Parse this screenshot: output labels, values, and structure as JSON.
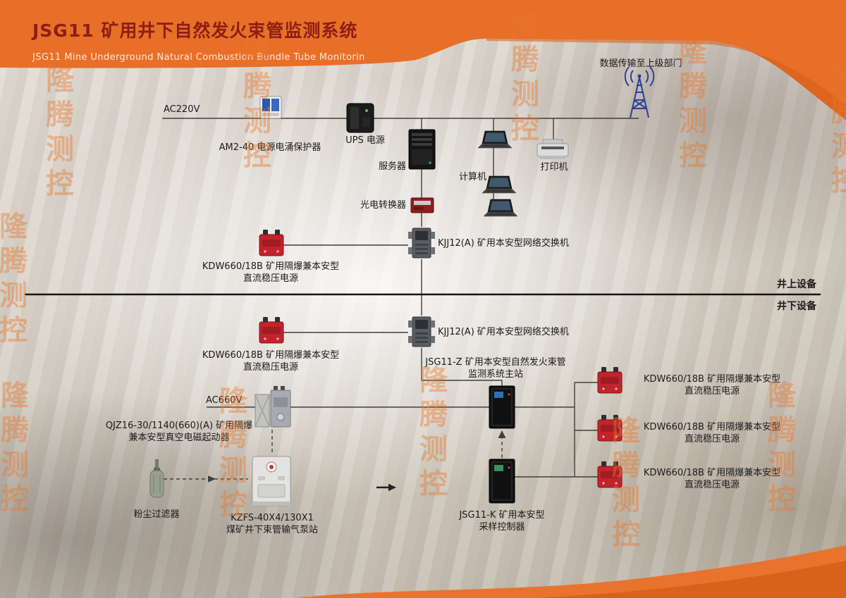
{
  "header": {
    "title": "JSG11 矿用井下自然发火束管监测系统",
    "subtitle": "JSG11 Mine Underground Natural Combustion Bundle Tube Monitorin"
  },
  "watermark": "隆腾测控",
  "surface": {
    "ac220v_label": "AC220V",
    "surge_protector_label": "AM2-40 电源电涌保护器",
    "ups_label": "UPS 电源",
    "server_label": "服务器",
    "computer_label": "计算机",
    "printer_label": "打印机",
    "antenna_label": "数据传输至上级部门",
    "converter_label": "光电转换器",
    "switch_label": "KJJ12(A) 矿用本安型网络交换机",
    "psu": {
      "line1": "KDW660/18B 矿用隔爆兼本安型",
      "line2": "直流稳压电源"
    }
  },
  "divider": {
    "above": "井上设备",
    "below": "井下设备"
  },
  "underground": {
    "switch_label": "KJJ12(A) 矿用本安型网络交换机",
    "psu_left": {
      "line1": "KDW660/18B 矿用隔爆兼本安型",
      "line2": "直流稳压电源"
    },
    "main_station": {
      "line1": "JSG11-Z 矿用本安型自然发火束管",
      "line2": "监测系统主站"
    },
    "ac660v_label": "AC660V",
    "starter": {
      "line1": "QJZ16-30/1140(660)(A) 矿用隔爆",
      "line2": "兼本安型真空电磁起动器"
    },
    "dust_filter_label": "粉尘过滤器",
    "pump_station": {
      "line1": "KZFS-40X4/130X1",
      "line2": "煤矿井下束管输气泵站"
    },
    "sampler": {
      "line1": "JSG11-K 矿用本安型",
      "line2": "采样控制器"
    },
    "psus_right": [
      {
        "line1": "KDW660/18B 矿用隔爆兼本安型",
        "line2": "直流稳压电源"
      },
      {
        "line1": "KDW660/18B 矿用隔爆兼本安型",
        "line2": "直流稳压电源"
      },
      {
        "line1": "KDW660/18B 矿用隔爆兼本安型",
        "line2": "直流稳压电源"
      }
    ]
  },
  "colors": {
    "brand_orange": "#e86f28",
    "title_red": "#8c1f14",
    "device_red": "#c2242c",
    "antenna_blue": "#2a3f9e"
  }
}
